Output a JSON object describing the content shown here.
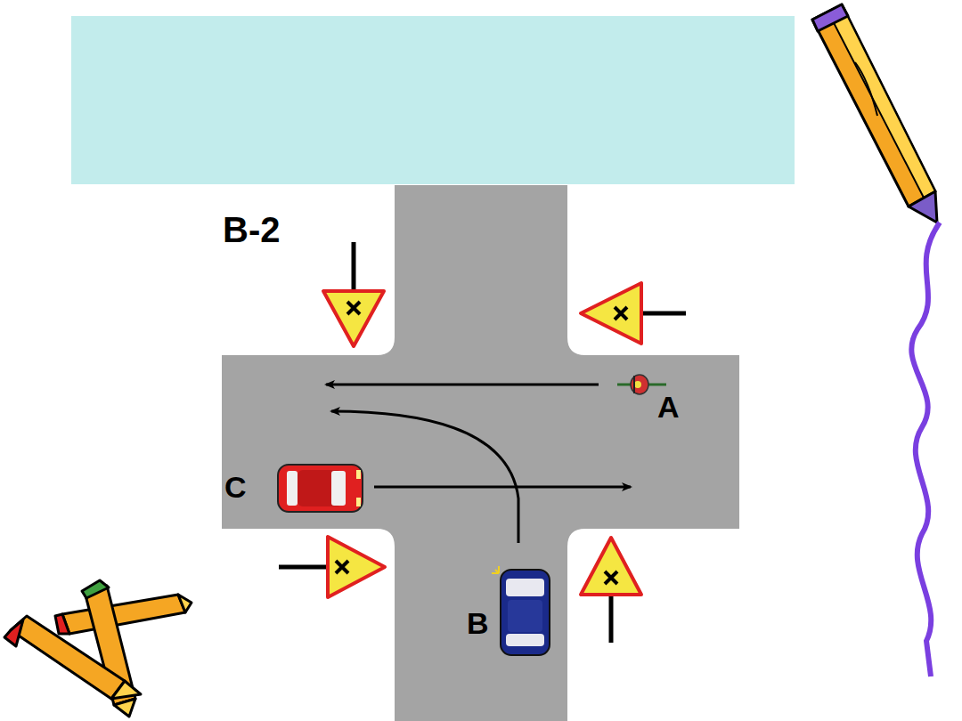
{
  "diagram": {
    "labels": [
      "B-2",
      "A",
      "C",
      "B"
    ]
  }
}
